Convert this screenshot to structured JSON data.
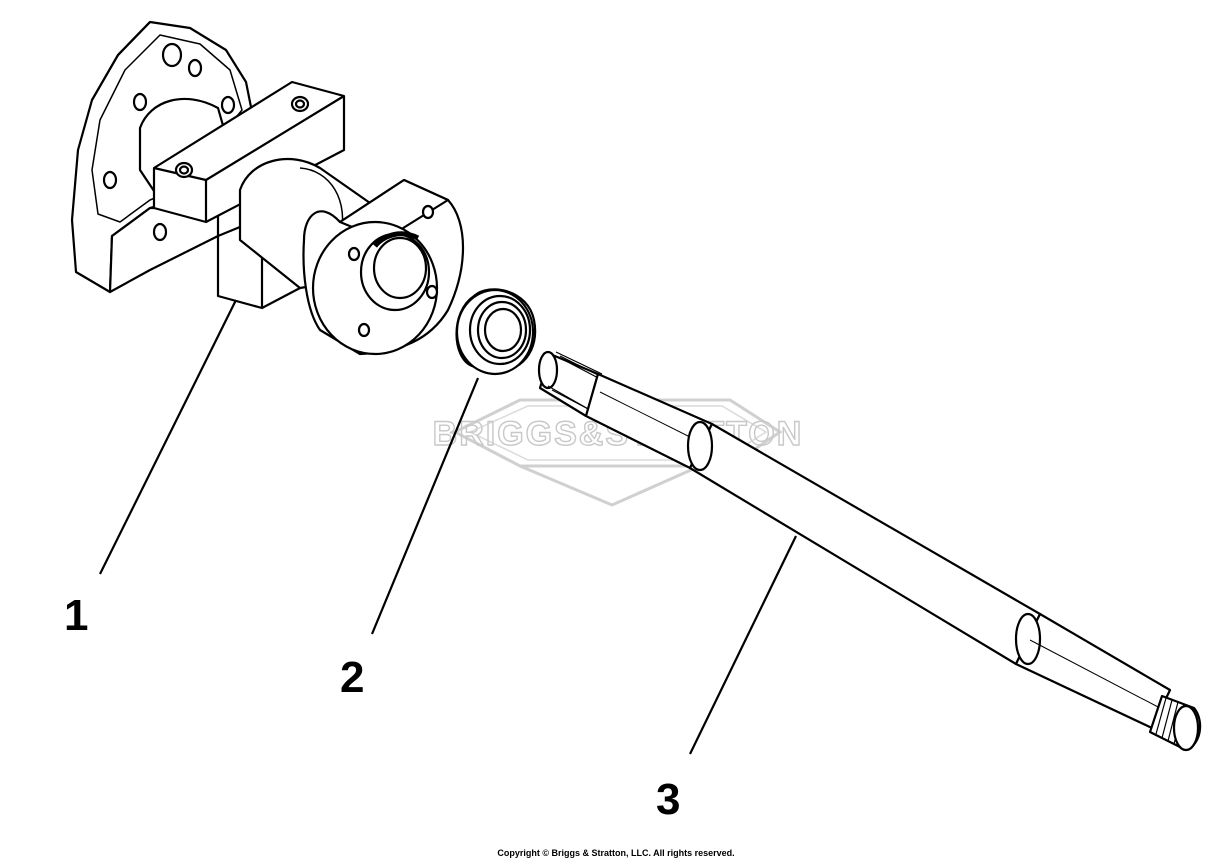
{
  "watermark": {
    "brand": "BRIGGS&STRATTON"
  },
  "parts": [
    {
      "callout": "1"
    },
    {
      "callout": "2"
    },
    {
      "callout": "3"
    }
  ],
  "footer": {
    "copyright": "Copyright © Briggs & Stratton, LLC. All rights reserved."
  }
}
